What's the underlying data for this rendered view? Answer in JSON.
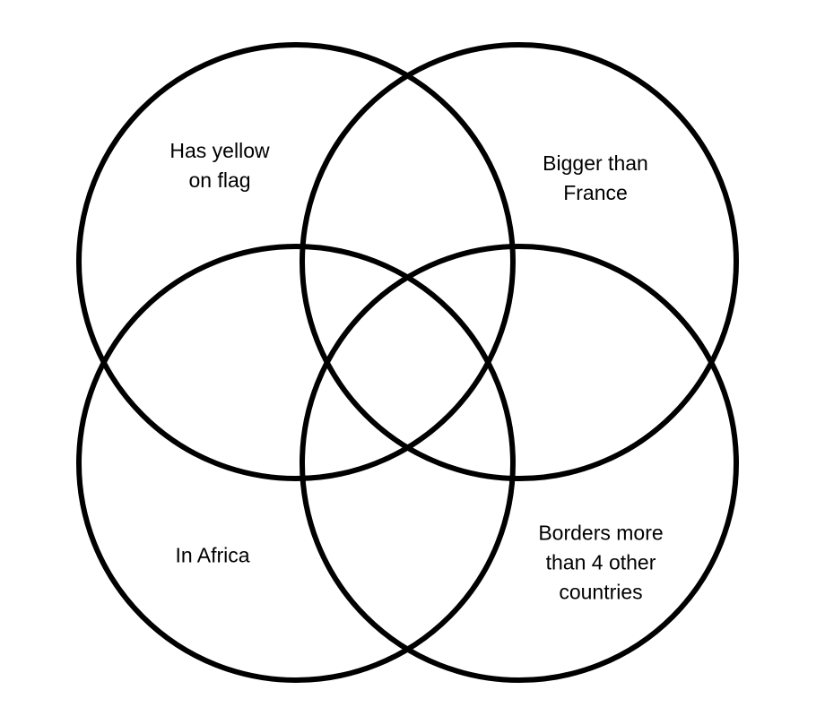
{
  "page": {
    "background_color": "#ffffff"
  },
  "diagram": {
    "type": "venn-4-circle",
    "stroke_color": "#000000",
    "text_color": "#000000",
    "sets": [
      {
        "id": "has-yellow-on-flag",
        "label": "Has yellow\non flag"
      },
      {
        "id": "bigger-than-france",
        "label": "Bigger than\nFrance"
      },
      {
        "id": "in-africa",
        "label": "In Africa"
      },
      {
        "id": "borders-more-than-4-other-countries",
        "label": "Borders more\nthan 4 other\ncountries"
      }
    ]
  }
}
